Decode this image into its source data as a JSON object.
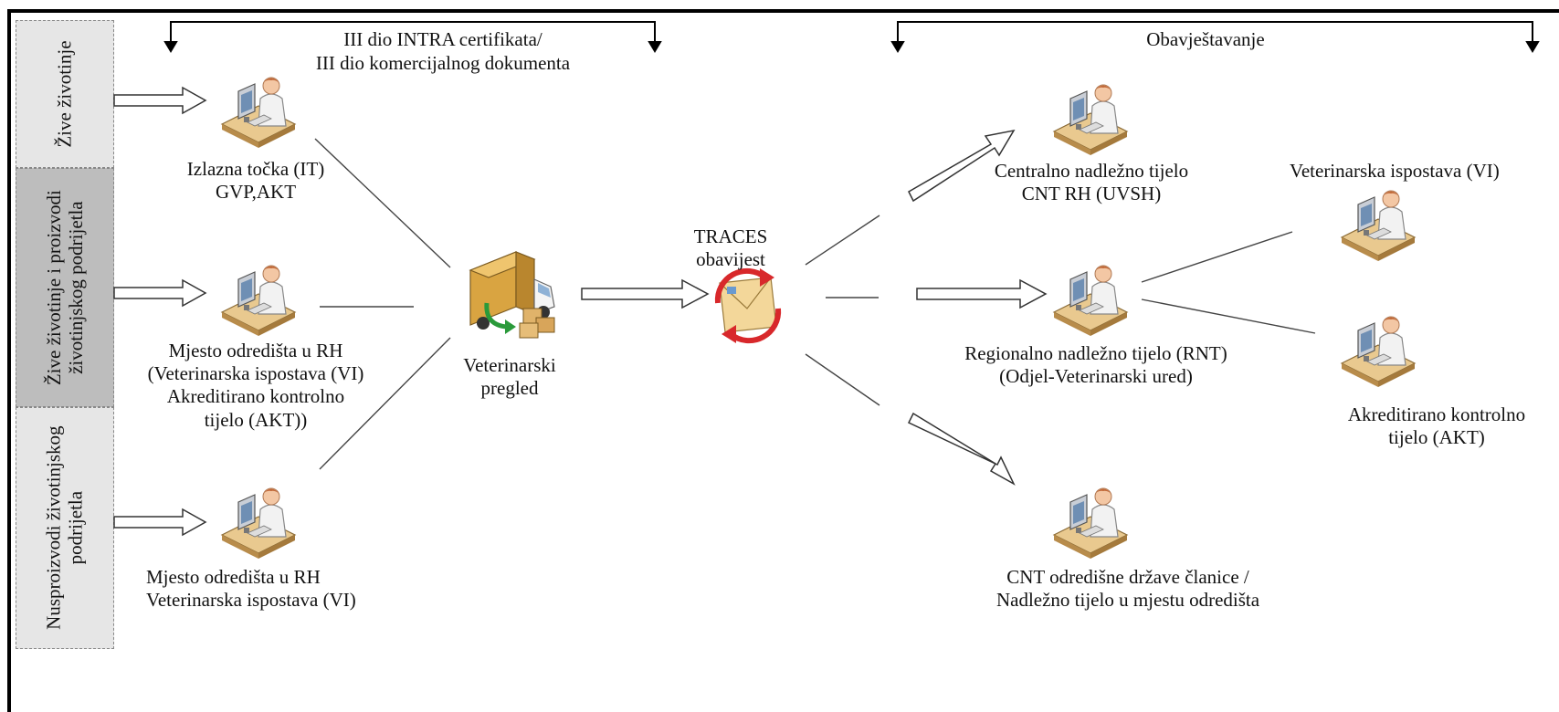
{
  "side_labels": {
    "live_animals": "Žive životinje",
    "animal_products": [
      "Žive životinje i proizvodi",
      "životinjskog podrijetla"
    ],
    "byproducts": [
      "Nusproizvodi životinjskog",
      "podrijetla"
    ]
  },
  "headers": {
    "left_line1": "III dio INTRA certifikata/",
    "left_line2": "III dio komercijalnog dokumenta",
    "right": "Obavještavanje"
  },
  "nodes": {
    "exit_point": [
      "Izlazna točka (IT)",
      "GVP,AKT"
    ],
    "destination_1": [
      "Mjesto odredišta u RH",
      "(Veterinarska ispostava (VI)",
      "Akreditirano kontrolno",
      "tijelo (AKT))"
    ],
    "destination_2": [
      "Mjesto odredišta u RH",
      "Veterinarska ispostava (VI)"
    ],
    "vet_check": [
      "Veterinarski",
      "pregled"
    ],
    "traces": [
      "TRACES",
      "obavijest"
    ],
    "central": [
      "Centralno nadležno tijelo",
      "CNT RH (UVSH)"
    ],
    "regional": [
      "Regionalno nadležno tijelo (RNT)",
      "(Odjel-Veterinarski ured)"
    ],
    "member_state": [
      "CNT odredišne države članice /",
      "Nadležno tijelo u mjestu odredišta"
    ],
    "vet_office": "Veterinarska ispostava (VI)",
    "akt": [
      "Akreditirano kontrolno",
      "tijelo (AKT)"
    ]
  },
  "colors": {
    "side_light": "#e6e6e6",
    "side_dark": "#bdbdbd",
    "truck_box": "#d9a441",
    "envelope": "#f3d79a",
    "refresh_red": "#d8282b",
    "person_skin": "#f3c7a4",
    "desk": "#e9c98f"
  }
}
